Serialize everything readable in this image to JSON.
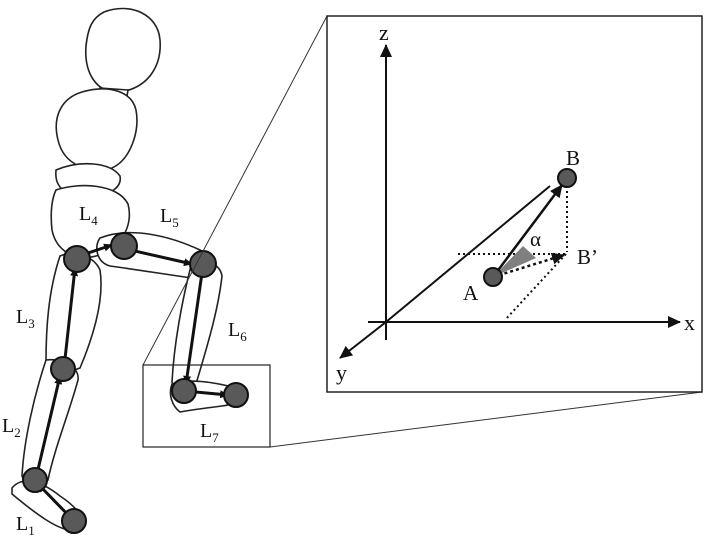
{
  "segments": [
    {
      "id": "L1",
      "base": "L",
      "sub": "1"
    },
    {
      "id": "L2",
      "base": "L",
      "sub": "2"
    },
    {
      "id": "L3",
      "base": "L",
      "sub": "3"
    },
    {
      "id": "L4",
      "base": "L",
      "sub": "4"
    },
    {
      "id": "L5",
      "base": "L",
      "sub": "5"
    },
    {
      "id": "L6",
      "base": "L",
      "sub": "6"
    },
    {
      "id": "L7",
      "base": "L",
      "sub": "7"
    }
  ],
  "inset": {
    "axes": {
      "x": "x",
      "y": "y",
      "z": "z"
    },
    "points": {
      "A": "A",
      "B": "B",
      "B_prime": "B’"
    },
    "angle": "α"
  }
}
